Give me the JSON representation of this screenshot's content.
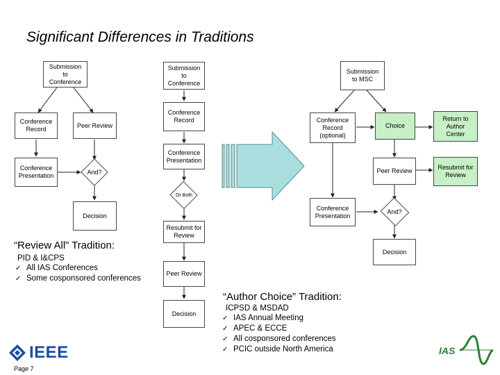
{
  "title": "Significant Differences in Traditions",
  "flow1": {
    "submission": "Submission\nto\nConference",
    "record": "Conference\nRecord",
    "peer_review": "Peer Review",
    "presentation": "Conference\nPresentation",
    "and": "And?",
    "decision": "Decision"
  },
  "flow2": {
    "submission": "Submission\nto\nConference",
    "record": "Conference\nRecord",
    "presentation": "Conference\nPresentation",
    "or": "Or Both",
    "resubmit": "Resubmit for\nReview",
    "peer_review": "Peer Review",
    "decision": "Decision"
  },
  "flow3": {
    "submission": "Submission\nto MSC",
    "record": "Conference\nRecord\n(optional)",
    "choice": "Choice",
    "return": "Return to\nAuthor\nCenter",
    "peer_review": "Peer Review",
    "resubmit": "Resubmit for\nReview",
    "presentation": "Conference\nPresentation",
    "and": "And?",
    "decision": "Decision"
  },
  "review_all": {
    "title": "“Review All” Tradition:",
    "subtitle": "PID & I&CPS",
    "items": [
      "All IAS Conferences",
      "Some cosponsored conferences"
    ]
  },
  "author_choice": {
    "title": "“Author Choice” Tradition:",
    "subtitle": "ICPSD & MSDAD",
    "items": [
      "IAS Annual Meeting",
      "APEC & ECCE",
      "All cosponsored conferences",
      "PCIC outside North America"
    ]
  },
  "footer": {
    "page": "Page 7",
    "ieee_logo": "IEEE",
    "ias_logo": "IAS"
  },
  "colors": {
    "green_fill": "#c6f0c6",
    "big_arrow": "#a8dede",
    "ieee_blue": "#1a4f9c",
    "ias_green": "#2e7d32"
  }
}
